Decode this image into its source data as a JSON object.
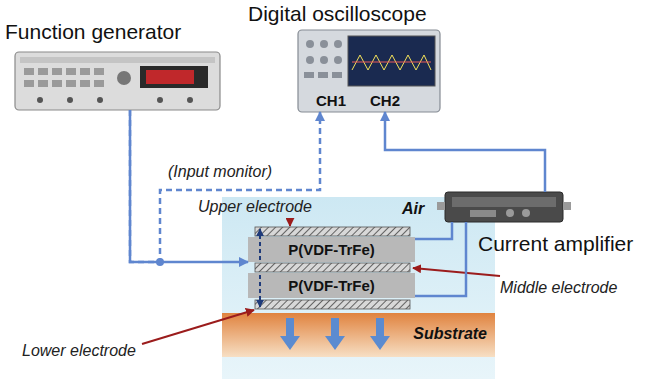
{
  "diagram": {
    "nodes": [
      {
        "text": [
          "Function generator"
        ]
      },
      {
        "text": [
          "Digital oscilloscope",
          "CH1",
          "CH2"
        ]
      },
      {
        "text": [
          "Current amplifier"
        ]
      },
      {
        "text": [
          "Air"
        ]
      },
      {
        "text": [
          "P(VDF-TrFe)"
        ],
        "in": 3
      },
      {
        "text": [
          "P(VDF-TrFe)"
        ],
        "in": 3
      },
      {
        "text": [
          "Substrate"
        ],
        "in": 3
      }
    ],
    "edges": [
      {
        "from": 0,
        "to": 4,
        "arrow": "to"
      },
      {
        "from": 0,
        "to": 1,
        "label": "(Input monitor)",
        "arrow": "to"
      },
      {
        "from": 4,
        "to": 2,
        "arrow": "none"
      },
      {
        "from": 5,
        "to": 2,
        "arrow": "none"
      },
      {
        "from": 2,
        "to": 1,
        "arrow": "to"
      }
    ],
    "labels": [
      "Upper electrode",
      "Middle electrode",
      "Lower electrode"
    ]
  }
}
